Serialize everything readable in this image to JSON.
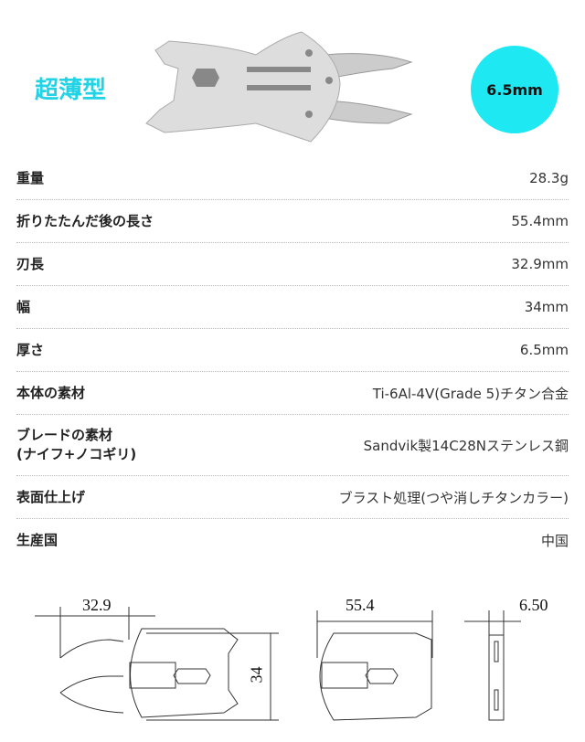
{
  "hero": {
    "title": "超薄型",
    "badge": "6.5mm",
    "accent": "#1ee8f2"
  },
  "specs": [
    {
      "label": "重量",
      "value": "28.3g"
    },
    {
      "label": "折りたたんだ後の長さ",
      "value": "55.4mm"
    },
    {
      "label": "刃長",
      "value": "32.9mm"
    },
    {
      "label": "幅",
      "value": "34mm"
    },
    {
      "label": "厚さ",
      "value": "6.5mm"
    },
    {
      "label": "本体の素材",
      "value": "Ti-6Al-4V(Grade 5)チタン合金"
    },
    {
      "label": "ブレードの素材",
      "label2": "(ナイフ+ノコギリ)",
      "value": "Sandvik製14C28Nステンレス鋼"
    },
    {
      "label": "表面仕上げ",
      "value": "ブラスト処理(つや消しチタンカラー)"
    },
    {
      "label": "生産国",
      "value": "中国"
    }
  ],
  "dimensions": {
    "blade_length": "32.9",
    "width": "34",
    "folded_length": "55.4",
    "thickness": "6.50"
  }
}
